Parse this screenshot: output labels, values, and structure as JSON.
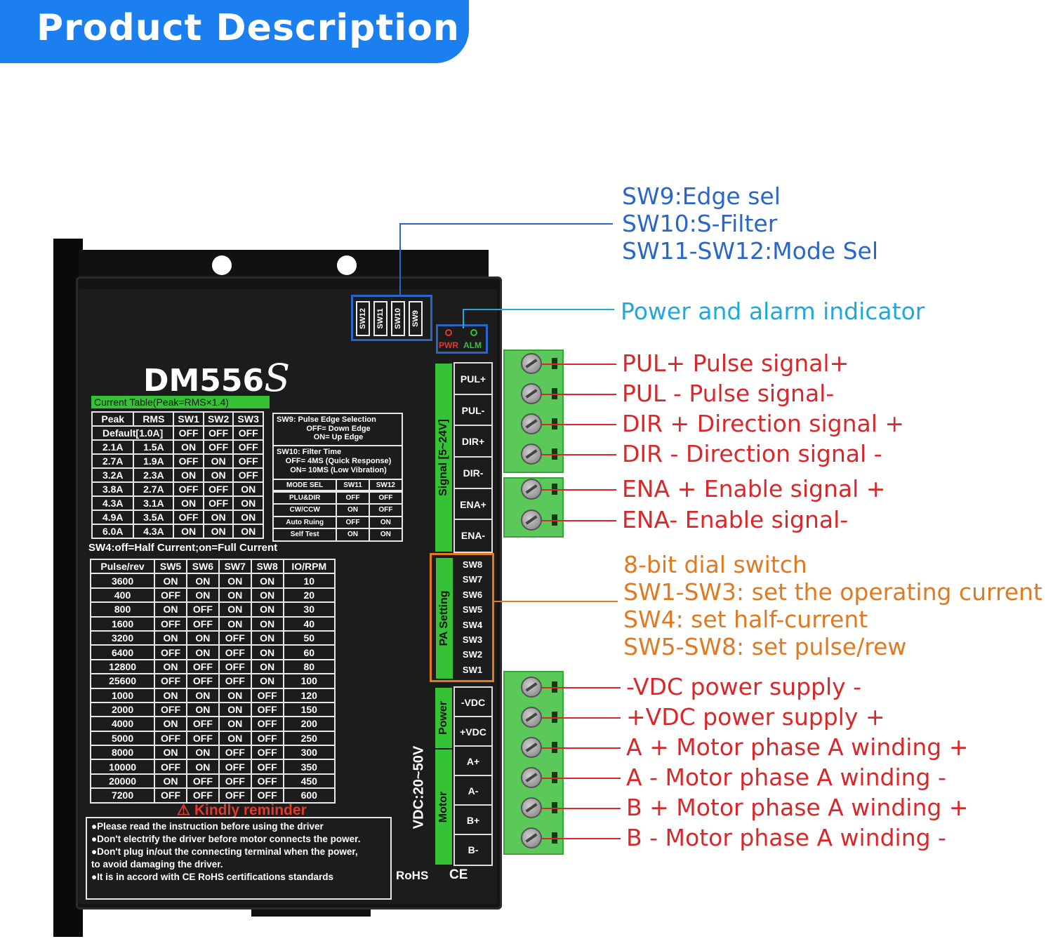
{
  "banner": {
    "title": "Product Description"
  },
  "device": {
    "model": "DM556",
    "model_suffix": "S",
    "current_table_title": "Current Table(Peak=RMS×1.4)",
    "current_table": {
      "headers": [
        "Peak",
        "RMS",
        "SW1",
        "SW2",
        "SW3"
      ],
      "rows": [
        [
          "Default[1.0A]",
          "OFF",
          "OFF",
          "OFF"
        ],
        [
          "2.1A",
          "1.5A",
          "ON",
          "OFF",
          "OFF"
        ],
        [
          "2.7A",
          "1.9A",
          "OFF",
          "ON",
          "OFF"
        ],
        [
          "3.2A",
          "2.3A",
          "ON",
          "ON",
          "OFF"
        ],
        [
          "3.8A",
          "2.7A",
          "OFF",
          "OFF",
          "ON"
        ],
        [
          "4.3A",
          "3.1A",
          "ON",
          "OFF",
          "ON"
        ],
        [
          "4.9A",
          "3.5A",
          "OFF",
          "ON",
          "ON"
        ],
        [
          "6.0A",
          "4.3A",
          "ON",
          "ON",
          "ON"
        ]
      ]
    },
    "sw9_box": {
      "title": "SW9: Pulse Edge Selection",
      "off": "OFF= Down Edge",
      "on": "ON= Up Edge"
    },
    "sw10_box": {
      "title": "SW10: Filter Time",
      "off": "OFF= 4MS (Quick Response)",
      "on": "ON= 10MS (Low Vibration)"
    },
    "mode_table": {
      "headers": [
        "MODE SEL",
        "SW11",
        "SW12"
      ],
      "rows": [
        [
          "PLU&DIR",
          "OFF",
          "OFF"
        ],
        [
          "CW/CCW",
          "ON",
          "OFF"
        ],
        [
          "Auto Ruing",
          "OFF",
          "ON"
        ],
        [
          "Self Test",
          "ON",
          "ON"
        ]
      ]
    },
    "sw4_note": "SW4:off=Half Current;on=Full Current",
    "pulse_table": {
      "headers": [
        "Pulse/rev",
        "SW5",
        "SW6",
        "SW7",
        "SW8",
        "IO/RPM"
      ],
      "rows": [
        [
          "3600",
          "ON",
          "ON",
          "ON",
          "ON",
          "10"
        ],
        [
          "400",
          "OFF",
          "ON",
          "ON",
          "ON",
          "20"
        ],
        [
          "800",
          "ON",
          "OFF",
          "ON",
          "ON",
          "30"
        ],
        [
          "1600",
          "OFF",
          "OFF",
          "ON",
          "ON",
          "40"
        ],
        [
          "3200",
          "ON",
          "ON",
          "OFF",
          "ON",
          "50"
        ],
        [
          "6400",
          "OFF",
          "ON",
          "OFF",
          "ON",
          "60"
        ],
        [
          "12800",
          "ON",
          "OFF",
          "OFF",
          "ON",
          "80"
        ],
        [
          "25600",
          "OFF",
          "OFF",
          "OFF",
          "ON",
          "100"
        ],
        [
          "1000",
          "ON",
          "ON",
          "ON",
          "OFF",
          "120"
        ],
        [
          "2000",
          "OFF",
          "ON",
          "ON",
          "OFF",
          "150"
        ],
        [
          "4000",
          "ON",
          "OFF",
          "ON",
          "OFF",
          "200"
        ],
        [
          "5000",
          "OFF",
          "OFF",
          "ON",
          "OFF",
          "250"
        ],
        [
          "8000",
          "ON",
          "ON",
          "OFF",
          "OFF",
          "300"
        ],
        [
          "10000",
          "OFF",
          "ON",
          "OFF",
          "OFF",
          "350"
        ],
        [
          "20000",
          "ON",
          "OFF",
          "OFF",
          "OFF",
          "450"
        ],
        [
          "7200",
          "OFF",
          "OFF",
          "OFF",
          "OFF",
          "600"
        ]
      ]
    },
    "reminder_title": "Kindly reminder",
    "reminder_lines": [
      "●Please read the instruction before using the driver",
      "●Don't electrify the driver before motor connects the power.",
      "●Don't plug in/out the connecting terminal when the power,",
      "   to avoid damaging the driver.",
      "●It is in accord with CE RoHS certifications standards"
    ],
    "dip_labels": [
      "SW12",
      "SW11",
      "SW10",
      "SW9"
    ],
    "leds": {
      "pwr": "PWR",
      "alm": "ALM",
      "pwr_color": "#e23a2c",
      "alm_color": "#35c236"
    },
    "signal_label": "Signal [5~24V]",
    "signal_terminals": [
      "PUL+",
      "PUL-",
      "DIR+",
      "DIR-",
      "ENA+",
      "ENA-"
    ],
    "pa_label": "PA Setting",
    "pa_switches": [
      "SW8",
      "SW7",
      "SW6",
      "SW5",
      "SW4",
      "SW3",
      "SW2",
      "SW1"
    ],
    "vdc_label": "VDC:20~50V",
    "power_label": "Power",
    "motor_label": "Motor",
    "power_terminals": [
      "-VDC",
      "+VDC"
    ],
    "motor_terminals": [
      "A+",
      "A-",
      "B+",
      "B-"
    ],
    "rohs": "RoHS",
    "ce": "CE"
  },
  "callouts": {
    "sw_group": [
      "SW9:Edge sel",
      "SW10:S-Filter",
      "SW11-SW12:Mode Sel"
    ],
    "indicator": "Power and alarm indicator",
    "signals": [
      "PUL+ Pulse signal+",
      "PUL - Pulse signal-",
      "DIR + Direction signal +",
      "DIR - Direction signal -",
      "ENA + Enable signal +",
      "ENA- Enable signal-"
    ],
    "dial": [
      "8-bit dial switch",
      "SW1-SW3: set the operating current",
      "SW4: set half-current",
      "SW5-SW8: set pulse/rew"
    ],
    "power": [
      "-VDC power supply -",
      "+VDC power supply +",
      "A + Motor phase A winding +",
      "A - Motor phase A winding -",
      "B + Motor phase A winding +",
      "B - Motor phase A winding -"
    ]
  },
  "colors": {
    "banner": "#1b7ff0",
    "sw_callout": "#2a66c8",
    "indicator_callout": "#22a8d8",
    "signal_callout": "#d8282a",
    "dial_callout": "#e07a20",
    "terminal_green": "#5bc85a"
  }
}
